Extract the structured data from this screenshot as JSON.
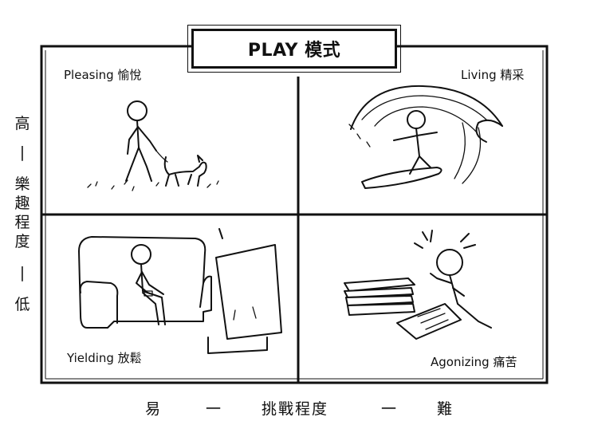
{
  "title": "PLAY 模式",
  "quadrants": {
    "top_left": "Pleasing 愉悅",
    "top_right": "Living 精采",
    "bottom_left": "Yielding 放鬆",
    "bottom_right": "Agonizing 痛苦"
  },
  "y_axis": {
    "high": "高",
    "dash1": "|",
    "c1": "樂",
    "c2": "趣",
    "c3": "程",
    "c4": "度",
    "dash2": "|",
    "low": "低"
  },
  "x_axis": {
    "easy": "易",
    "dash1": "一",
    "label": "挑戰程度",
    "dash2": "一",
    "hard": "難"
  },
  "icons": [
    "person-walking-dog-icon",
    "surfer-icon",
    "person-on-sofa-icon",
    "stressed-person-icon"
  ]
}
